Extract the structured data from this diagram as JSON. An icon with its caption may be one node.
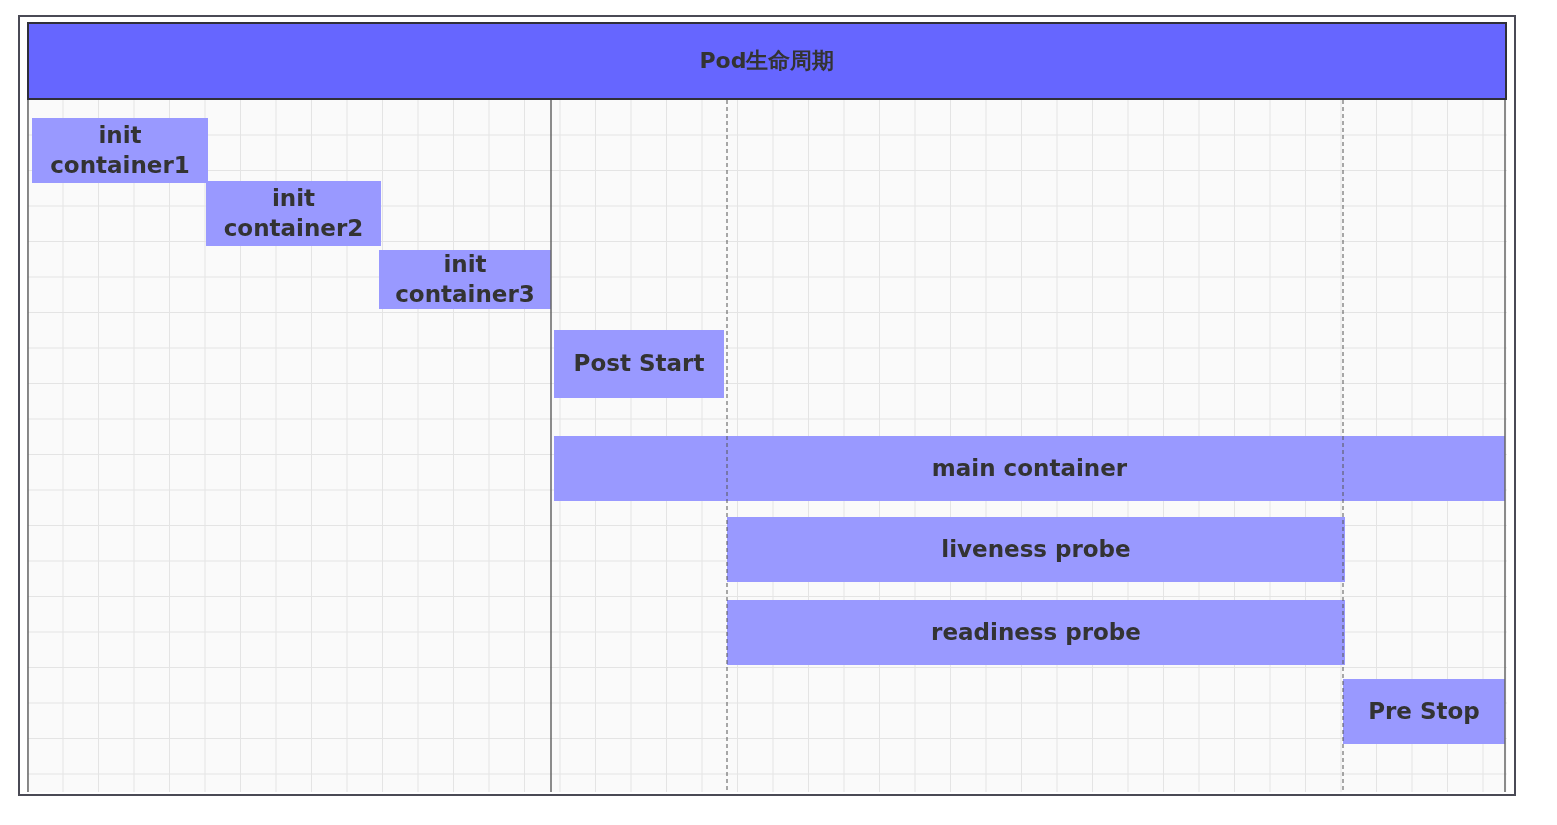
{
  "diagram": {
    "nodes": [
      {
        "text": [
          "Pod生命周期"
        ]
      },
      {
        "text": [
          "init container1"
        ]
      },
      {
        "text": [
          "init container2"
        ]
      },
      {
        "text": [
          "init container3"
        ]
      },
      {
        "text": [
          "Post Start"
        ]
      },
      {
        "text": [
          "main container"
        ]
      },
      {
        "text": [
          "liveness probe"
        ]
      },
      {
        "text": [
          "readiness probe"
        ]
      },
      {
        "text": [
          "Pre Stop"
        ]
      }
    ]
  }
}
